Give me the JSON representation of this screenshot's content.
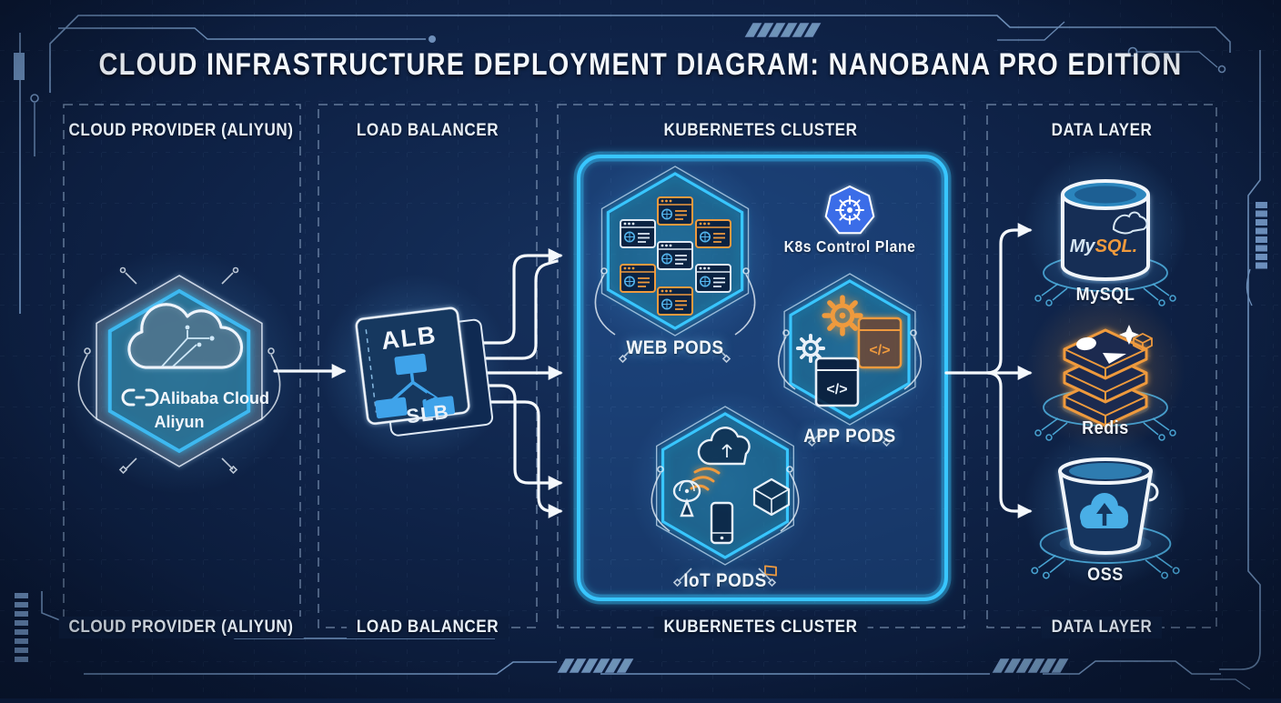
{
  "title": "CLOUD INFRASTRUCTURE DEPLOYMENT DIAGRAM: NANOBANA PRO EDITION",
  "columns": [
    {
      "id": "cloud-provider",
      "top_label": "CLOUD PROVIDER (ALIYUN)",
      "bottom_label": "CLOUD PROVIDER (ALIYUN)"
    },
    {
      "id": "load-balancer",
      "top_label": "LOAD BALANCER",
      "bottom_label": "LOAD BALANCER"
    },
    {
      "id": "kubernetes-cluster",
      "top_label": "KUBERNETES CLUSTER",
      "bottom_label": "KUBERNETES CLUSTER"
    },
    {
      "id": "data-layer",
      "top_label": "DATA LAYER",
      "bottom_label": "DATA LAYER"
    }
  ],
  "nodes": {
    "aliyun": {
      "line1": "Alibaba Cloud",
      "line2": "Aliyun"
    },
    "alb": {
      "top": "ALB",
      "bottom": "SLB"
    },
    "k8s": {
      "label": "K8s Control Plane"
    },
    "web_pods": {
      "label": "WEB PODS"
    },
    "app_pods": {
      "label": "APP PODS",
      "code_glyph": "</>"
    },
    "iot_pods": {
      "label": "IoT PODS"
    },
    "mysql": {
      "label": "MySQL",
      "logo_my": "My",
      "logo_sql": "SQL."
    },
    "redis": {
      "label": "Redis"
    },
    "oss": {
      "label": "OSS"
    }
  },
  "colors": {
    "accent_cyan": "#38c6ff",
    "accent_orange": "#ef9a3e",
    "icon_blue": "#3fa3ea",
    "k8s_blue": "#3b6de8",
    "arrow_white": "#f4f8fc",
    "frame_blue": "#7fa3cf",
    "background": "#0f2348"
  }
}
